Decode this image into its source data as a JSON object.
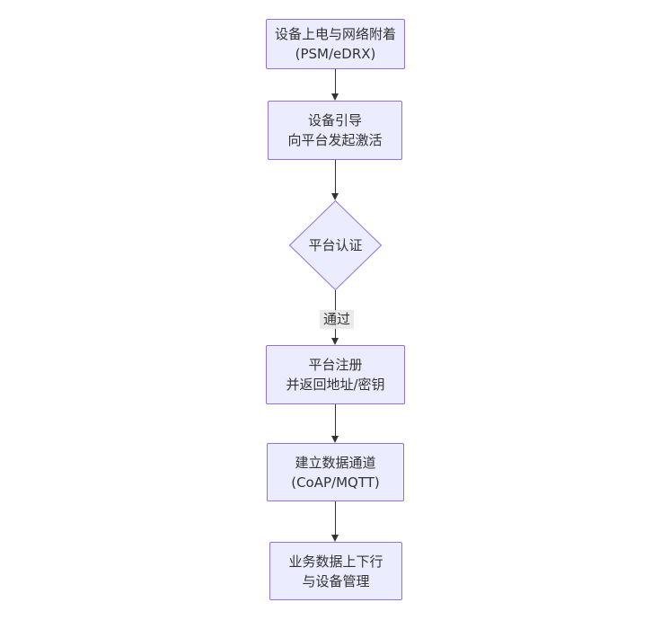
{
  "diagram": {
    "type": "flowchart",
    "direction": "top-down",
    "colors": {
      "node_fill": "#ECECFF",
      "node_border": "#9370DB",
      "arrow_line": "#333333",
      "text": "#333333",
      "edge_label_bg": "#e8e8e8",
      "background": "#ffffff"
    },
    "nodes": [
      {
        "id": "power-attach",
        "shape": "rect",
        "lines": [
          "设备上电与网络附着",
          "(PSM/eDRX)"
        ]
      },
      {
        "id": "bootstrap",
        "shape": "rect",
        "lines": [
          "设备引导",
          "向平台发起激活"
        ]
      },
      {
        "id": "platform-auth",
        "shape": "diamond",
        "lines": [
          "平台认证"
        ]
      },
      {
        "id": "platform-register",
        "shape": "rect",
        "lines": [
          "平台注册",
          "并返回地址/密钥"
        ]
      },
      {
        "id": "data-channel",
        "shape": "rect",
        "lines": [
          "建立数据通道",
          "(CoAP/MQTT)"
        ]
      },
      {
        "id": "business-data",
        "shape": "rect",
        "lines": [
          "业务数据上下行",
          "与设备管理"
        ]
      }
    ],
    "edges": [
      {
        "from": "power-attach",
        "to": "bootstrap",
        "label": ""
      },
      {
        "from": "bootstrap",
        "to": "platform-auth",
        "label": ""
      },
      {
        "from": "platform-auth",
        "to": "platform-register",
        "label": "通过"
      },
      {
        "from": "platform-register",
        "to": "data-channel",
        "label": ""
      },
      {
        "from": "data-channel",
        "to": "business-data",
        "label": ""
      }
    ]
  }
}
